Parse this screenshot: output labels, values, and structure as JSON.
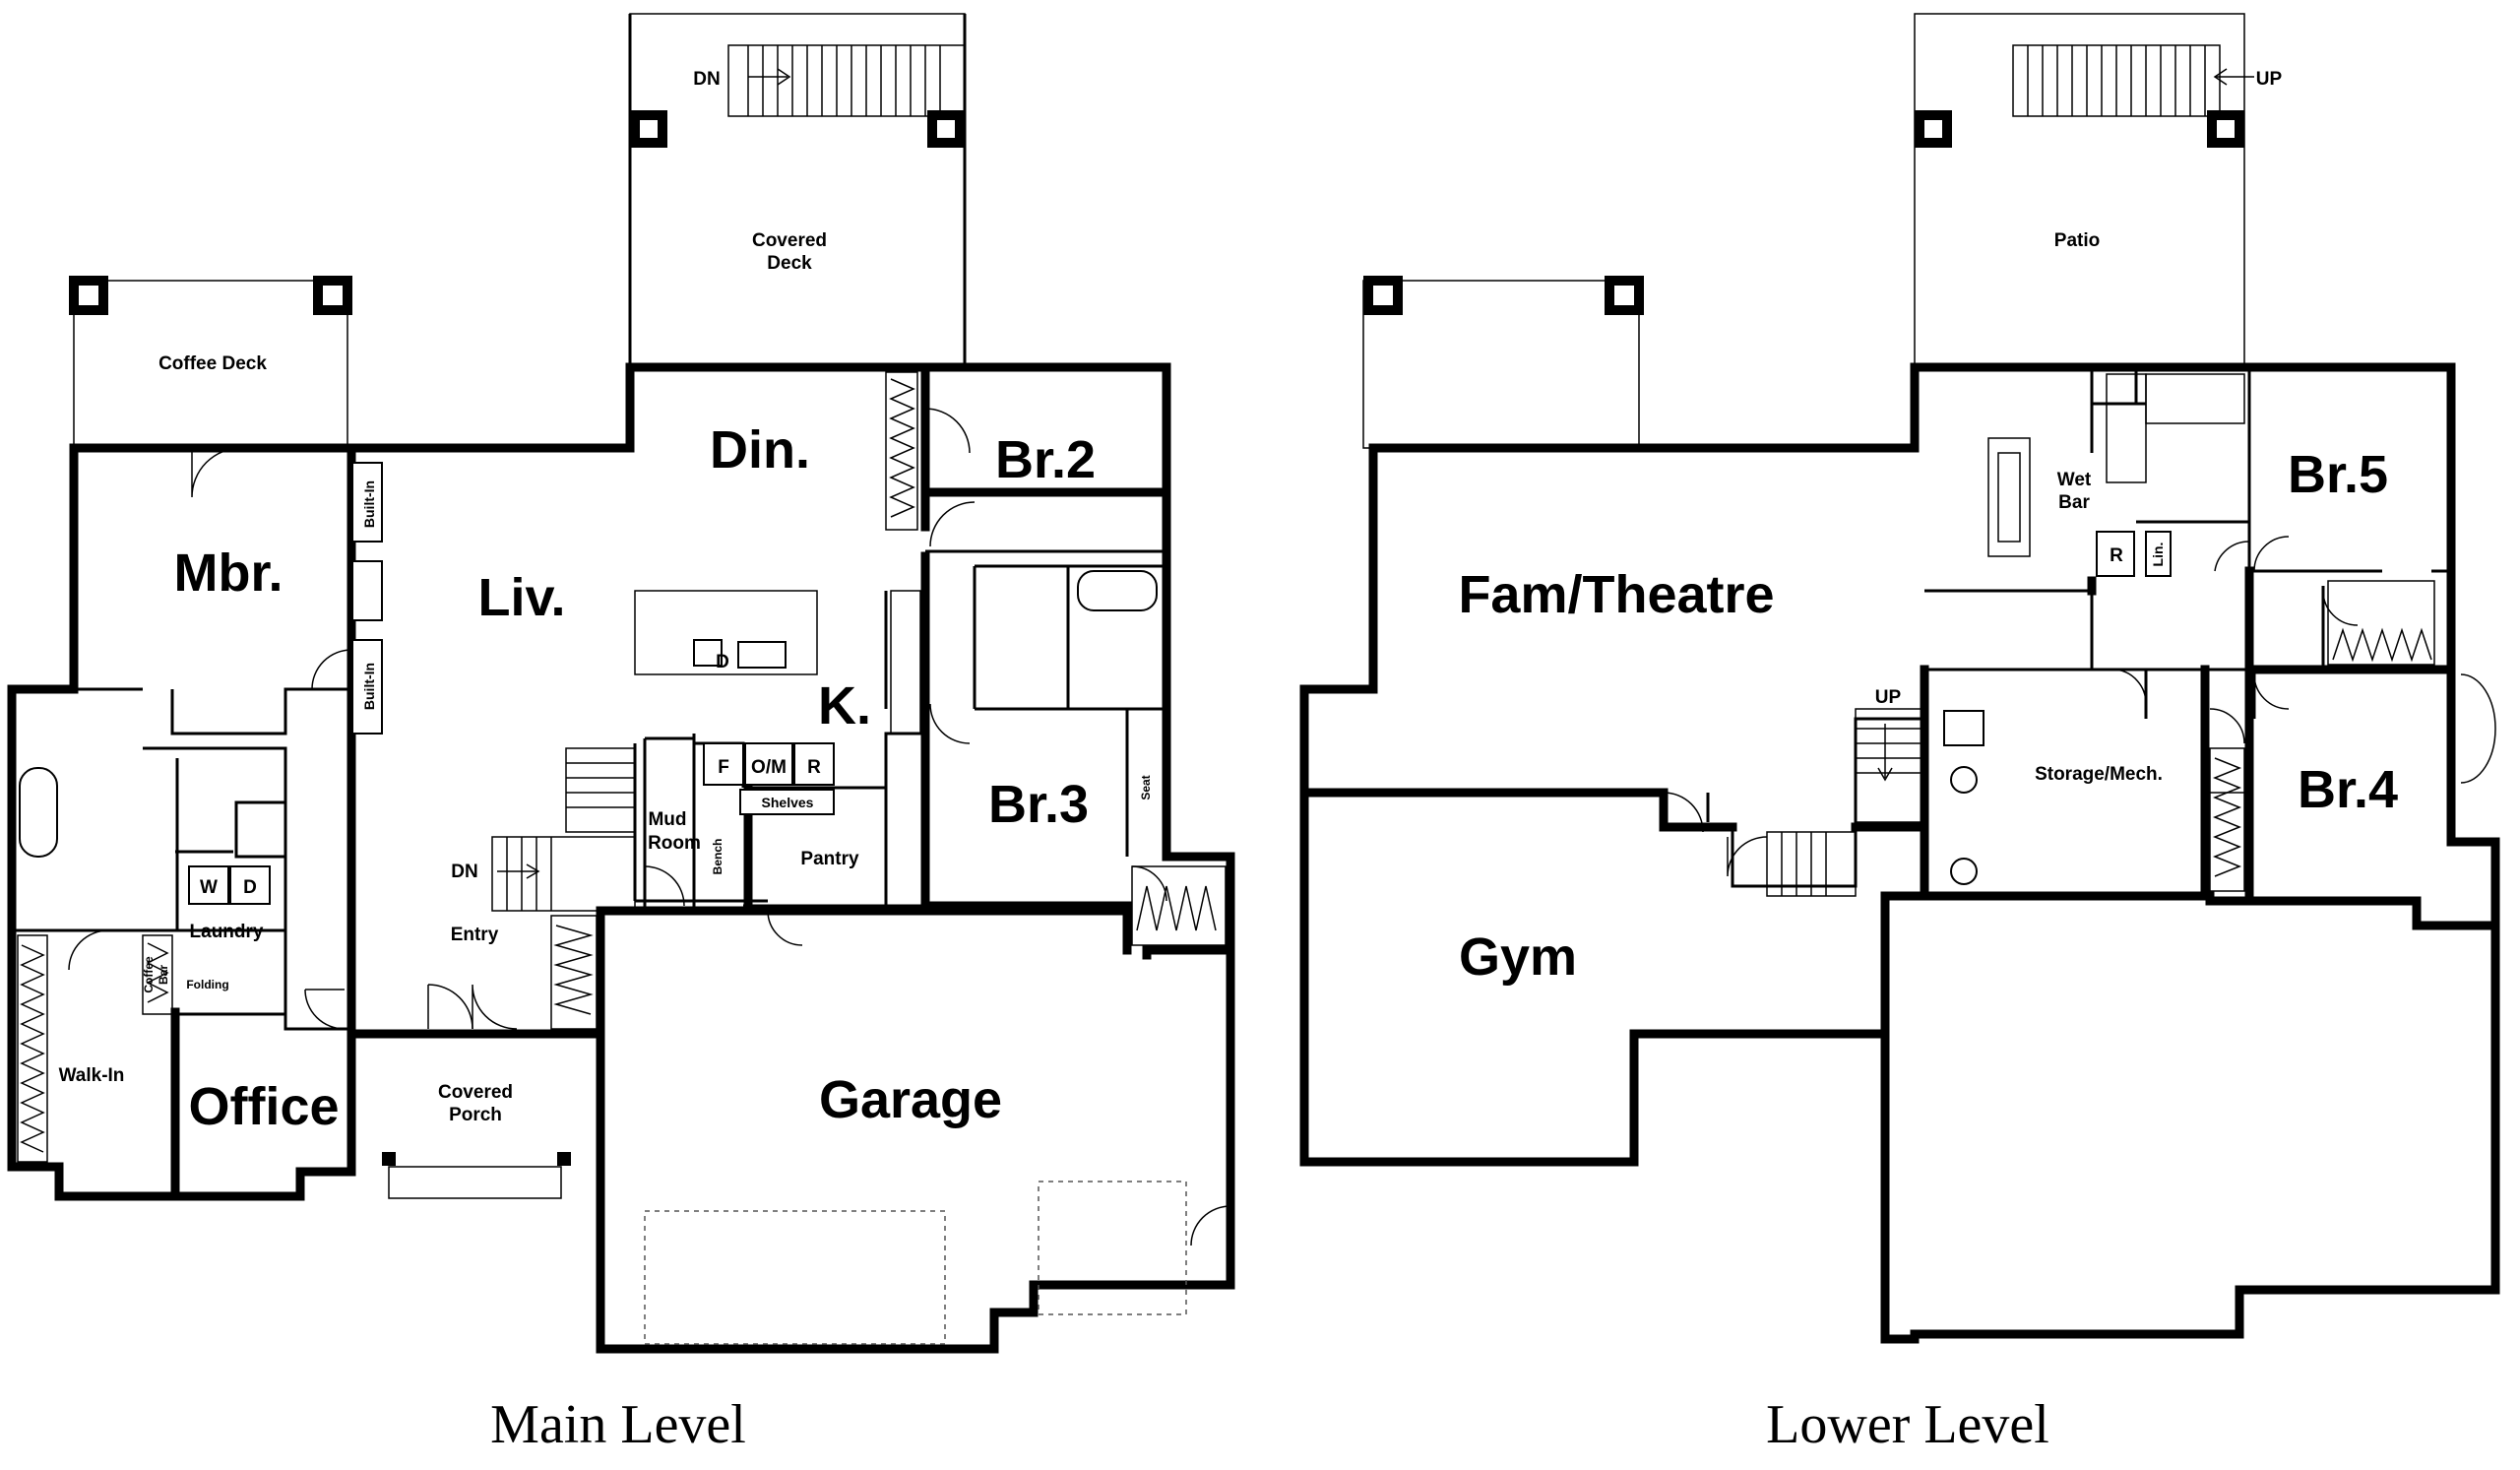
{
  "main_level": {
    "title": "Main Level",
    "rooms": {
      "covered_deck_line1": "Covered",
      "covered_deck_line2": "Deck",
      "coffee_deck": "Coffee Deck",
      "mbr": "Mbr.",
      "liv": "Liv.",
      "din": "Din.",
      "br2": "Br.2",
      "br3": "Br.3",
      "kitchen": "K.",
      "garage": "Garage",
      "office": "Office",
      "walk_in": "Walk-In",
      "laundry": "Laundry",
      "entry": "Entry",
      "covered_porch_line1": "Covered",
      "covered_porch_line2": "Porch",
      "mud_room_line1": "Mud",
      "mud_room_line2": "Room",
      "pantry": "Pantry"
    },
    "labels": {
      "built_in_1": "Built-In",
      "built_in_2": "Built-In",
      "dn_deck": "DN",
      "dn_stair": "DN",
      "seat": "Seat",
      "bench": "Bench",
      "shelves": "Shelves",
      "folding": "Folding",
      "coffee_bar_line1": "Coffee",
      "coffee_bar_line2": "Bar",
      "washer": "W",
      "dryer": "D",
      "fridge": "F",
      "oven_micro": "O/M",
      "refrig": "R",
      "dishwasher": "D"
    }
  },
  "lower_level": {
    "title": "Lower Level",
    "rooms": {
      "patio": "Patio",
      "fam_theatre": "Fam/Theatre",
      "gym": "Gym",
      "br5": "Br.5",
      "br4": "Br.4",
      "storage_mech": "Storage/Mech.",
      "wet_bar_line1": "Wet",
      "wet_bar_line2": "Bar"
    },
    "labels": {
      "up_deck": "UP",
      "up_stair": "UP",
      "refrig": "R",
      "linen": "Lin."
    }
  }
}
